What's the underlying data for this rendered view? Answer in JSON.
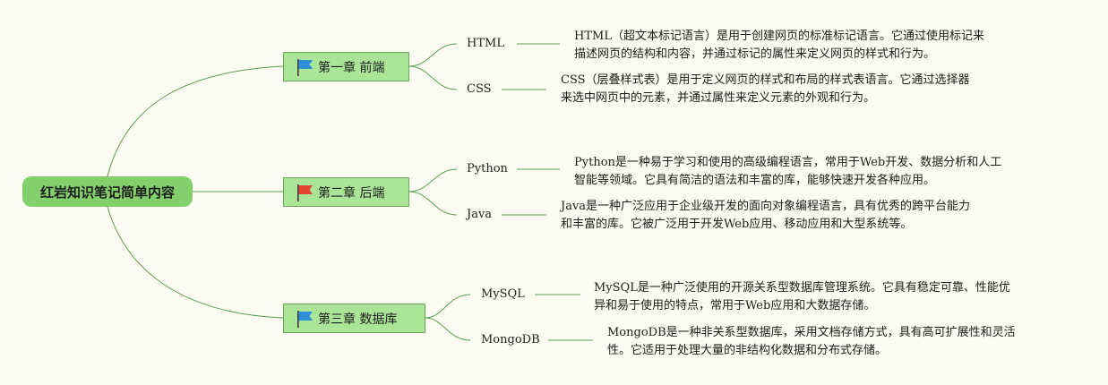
{
  "root": {
    "label": "红岩知识笔记简单内容"
  },
  "chapters": [
    {
      "label": "第一章 前端",
      "flag_color": "#2f8fd8",
      "topics": [
        {
          "label": "HTML",
          "desc": [
            "HTML（超文本标记语言）是用于创建网页的标准标记语言。它通过使用标记来",
            "描述网页的结构和内容，并通过标记的属性来定义网页的样式和行为。"
          ]
        },
        {
          "label": "CSS",
          "desc": [
            "CSS（层叠样式表）是用于定义网页的样式和布局的样式表语言。它通过选择器",
            "来选中网页中的元素，并通过属性来定义元素的外观和行为。"
          ]
        }
      ]
    },
    {
      "label": "第二章 后端",
      "flag_color": "#e2442f",
      "topics": [
        {
          "label": "Python",
          "desc": [
            "Python是一种易于学习和使用的高级编程语言，常用于Web开发、数据分析和人工",
            "智能等领域。它具有简洁的语法和丰富的库，能够快速开发各种应用。"
          ]
        },
        {
          "label": "Java",
          "desc": [
            "Java是一种广泛应用于企业级开发的面向对象编程语言，具有优秀的跨平台能力",
            "和丰富的库。它被广泛用于开发Web应用、移动应用和大型系统等。"
          ]
        }
      ]
    },
    {
      "label": "第三章 数据库",
      "flag_color": "#2f8fd8",
      "topics": [
        {
          "label": "MySQL",
          "desc": [
            "MySQL是一种广泛使用的开源关系型数据库管理系统。它具有稳定可靠、性能优",
            "异和易于使用的特点，常用于Web应用和大数据存储。"
          ]
        },
        {
          "label": "MongoDB",
          "desc": [
            "MongoDB是一种非关系型数据库，采用文档存储方式，具有高可扩展性和灵活",
            "性。它适用于处理大量的非结构化数据和分布式存储。"
          ]
        }
      ]
    }
  ],
  "line_color": "#5a9f55"
}
